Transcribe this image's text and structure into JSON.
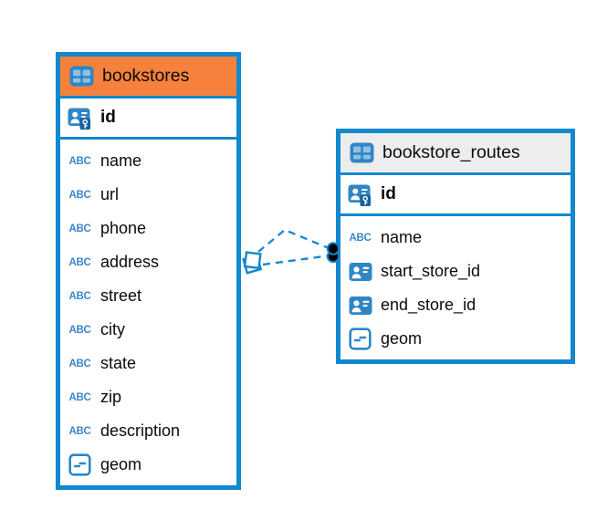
{
  "diagram": {
    "background_color": "#ffffff",
    "colors": {
      "table_border": "#1288cf",
      "icon_blue": "#2f86c6",
      "icon_cell_blue": "#8fc0e4",
      "abc_text_blue": "#3b87c8",
      "pk_badge_blue": "#16629e",
      "header_orange": "#f6813c",
      "header_gray": "#ededed",
      "text_color": "#0b0b0b",
      "connector_dot": "#000000"
    },
    "type_icon_label": "ABC",
    "tables": [
      {
        "name": "bookstores",
        "header_style": "orange",
        "primary_key": "id",
        "columns": [
          {
            "name": "name",
            "type": "text"
          },
          {
            "name": "url",
            "type": "text"
          },
          {
            "name": "phone",
            "type": "text"
          },
          {
            "name": "address",
            "type": "text"
          },
          {
            "name": "street",
            "type": "text"
          },
          {
            "name": "city",
            "type": "text"
          },
          {
            "name": "state",
            "type": "text"
          },
          {
            "name": "zip",
            "type": "text"
          },
          {
            "name": "description",
            "type": "text"
          },
          {
            "name": "geom",
            "type": "geometry"
          }
        ]
      },
      {
        "name": "bookstore_routes",
        "header_style": "gray",
        "primary_key": "id",
        "columns": [
          {
            "name": "name",
            "type": "text"
          },
          {
            "name": "start_store_id",
            "type": "reference"
          },
          {
            "name": "end_store_id",
            "type": "reference"
          },
          {
            "name": "geom",
            "type": "geometry"
          }
        ]
      }
    ],
    "relationships": [
      {
        "from_table": "bookstores",
        "to_table": "bookstore_routes",
        "line_style": "dashed",
        "connector_count": 2
      }
    ]
  }
}
